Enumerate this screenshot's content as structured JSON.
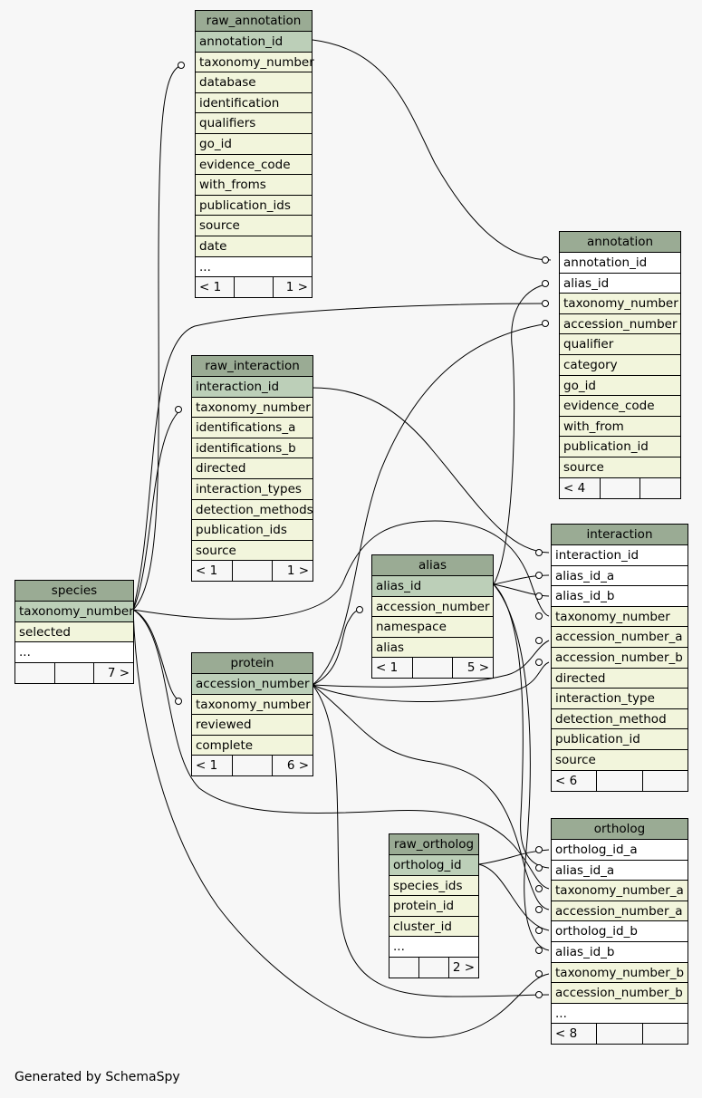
{
  "tables": {
    "raw_annotation": {
      "name": "raw_annotation",
      "rows": [
        "annotation_id",
        "taxonomy_number",
        "database",
        "identification",
        "qualifiers",
        "go_id",
        "evidence_code",
        "with_froms",
        "publication_ids",
        "source",
        "date",
        "..."
      ],
      "footer": [
        "< 1",
        "",
        "1 >"
      ]
    },
    "annotation": {
      "name": "annotation",
      "rows": [
        "annotation_id",
        "alias_id",
        "taxonomy_number",
        "accession_number",
        "qualifier",
        "category",
        "go_id",
        "evidence_code",
        "with_from",
        "publication_id",
        "source"
      ],
      "footer": [
        "< 4",
        "",
        ""
      ]
    },
    "raw_interaction": {
      "name": "raw_interaction",
      "rows": [
        "interaction_id",
        "taxonomy_number",
        "identifications_a",
        "identifications_b",
        "directed",
        "interaction_types",
        "detection_methods",
        "publication_ids",
        "source"
      ],
      "footer": [
        "< 1",
        "",
        "1 >"
      ]
    },
    "interaction": {
      "name": "interaction",
      "rows": [
        "interaction_id",
        "alias_id_a",
        "alias_id_b",
        "taxonomy_number",
        "accession_number_a",
        "accession_number_b",
        "directed",
        "interaction_type",
        "detection_method",
        "publication_id",
        "source"
      ],
      "footer": [
        "< 6",
        "",
        ""
      ]
    },
    "alias": {
      "name": "alias",
      "rows": [
        "alias_id",
        "accession_number",
        "namespace",
        "alias"
      ],
      "footer": [
        "< 1",
        "",
        "5 >"
      ]
    },
    "species": {
      "name": "species",
      "rows": [
        "taxonomy_number",
        "selected",
        "..."
      ],
      "footer": [
        "",
        "",
        "7 >"
      ]
    },
    "protein": {
      "name": "protein",
      "rows": [
        "accession_number",
        "taxonomy_number",
        "reviewed",
        "complete"
      ],
      "footer": [
        "< 1",
        "",
        "6 >"
      ]
    },
    "raw_ortholog": {
      "name": "raw_ortholog",
      "rows": [
        "ortholog_id",
        "species_ids",
        "protein_id",
        "cluster_id",
        "..."
      ],
      "footer": [
        "",
        "",
        "2 >"
      ]
    },
    "ortholog": {
      "name": "ortholog",
      "rows": [
        "ortholog_id_a",
        "alias_id_a",
        "taxonomy_number_a",
        "accession_number_a",
        "ortholog_id_b",
        "alias_id_b",
        "taxonomy_number_b",
        "accession_number_b",
        "..."
      ],
      "footer": [
        "< 8",
        "",
        ""
      ]
    }
  },
  "footer_text": "Generated by SchemaSpy"
}
